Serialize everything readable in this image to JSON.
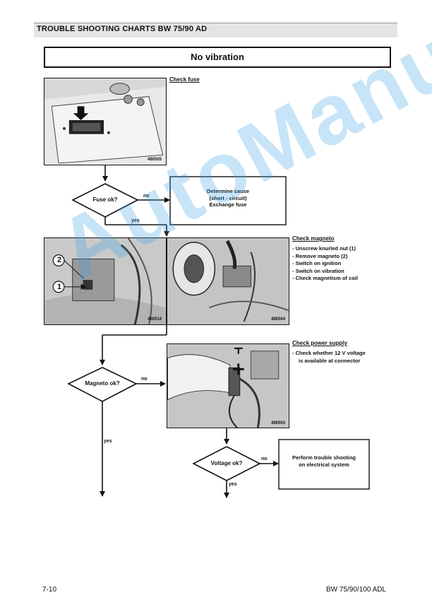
{
  "header": {
    "title": "TROUBLE SHOOTING CHARTS BW 75/90 AD"
  },
  "page_title": "No vibration",
  "fuse_section": {
    "title": "Check fuse",
    "photo_number": "480505",
    "decision": "Fuse ok?",
    "no_label": "no",
    "yes_label": "yes",
    "action_lines": [
      "Determine cause",
      "(short - circuit)",
      "Exchange fuse"
    ]
  },
  "magneto_section": {
    "title": "Check magneto",
    "photo_left_number": "480514",
    "photo_right_number": "480504",
    "callout_1": "1",
    "callout_2": "2",
    "steps": [
      "- Unscrew knurled nut (1)",
      "- Remove magneto (2)",
      "- Switch on ignition",
      "- Switch on vibration",
      "- Check magnetism of coil"
    ],
    "decision": "Magneto ok?",
    "no_label": "no",
    "yes_label": "yes"
  },
  "power_section": {
    "title": "Check power supply",
    "photo_number": "480503",
    "steps": [
      "- Check whether 12 V voltage",
      "is available at connector"
    ],
    "decision": "Voltage ok?",
    "no_label": "no",
    "yes_label": "yes",
    "action_lines": [
      "Perform trouble shooting",
      "on electrical system"
    ]
  },
  "footer": {
    "left": "7-10",
    "right": "BW 75/90/100 ADL"
  },
  "watermark": "AutoManual",
  "colors": {
    "watermark": "#3aa0e8"
  }
}
